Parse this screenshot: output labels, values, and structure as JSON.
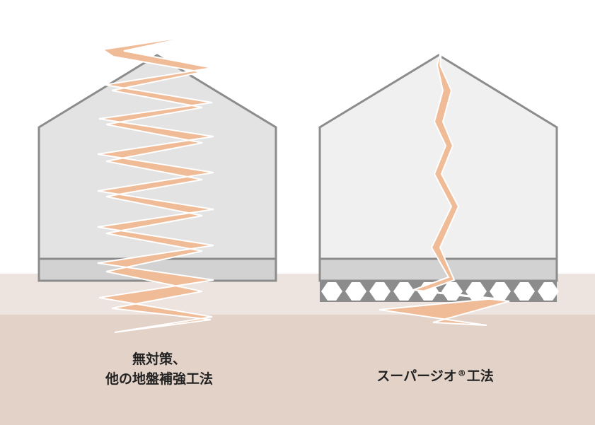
{
  "captions": {
    "left_line1": "無対策、",
    "left_line2": "他の地盤補強工法",
    "right_name": "スーパージオ",
    "right_mark": "®",
    "right_suffix": "工法"
  },
  "colors": {
    "background": "#ffffff",
    "ground_upper": "#ede3df",
    "ground_lower": "#e3d2c8",
    "house_left_fill": "#e3e3e3",
    "house_right_fill": "#f0f0f0",
    "house_stroke": "#8c8c8c",
    "foundation_fill": "#d2d2d2",
    "wave": "#f0bb97"
  },
  "icons": {
    "left_wave": "zigzag-vibration",
    "right_wave": "damped-crack-vibration",
    "mat": "hexagon-lattice-mat"
  }
}
